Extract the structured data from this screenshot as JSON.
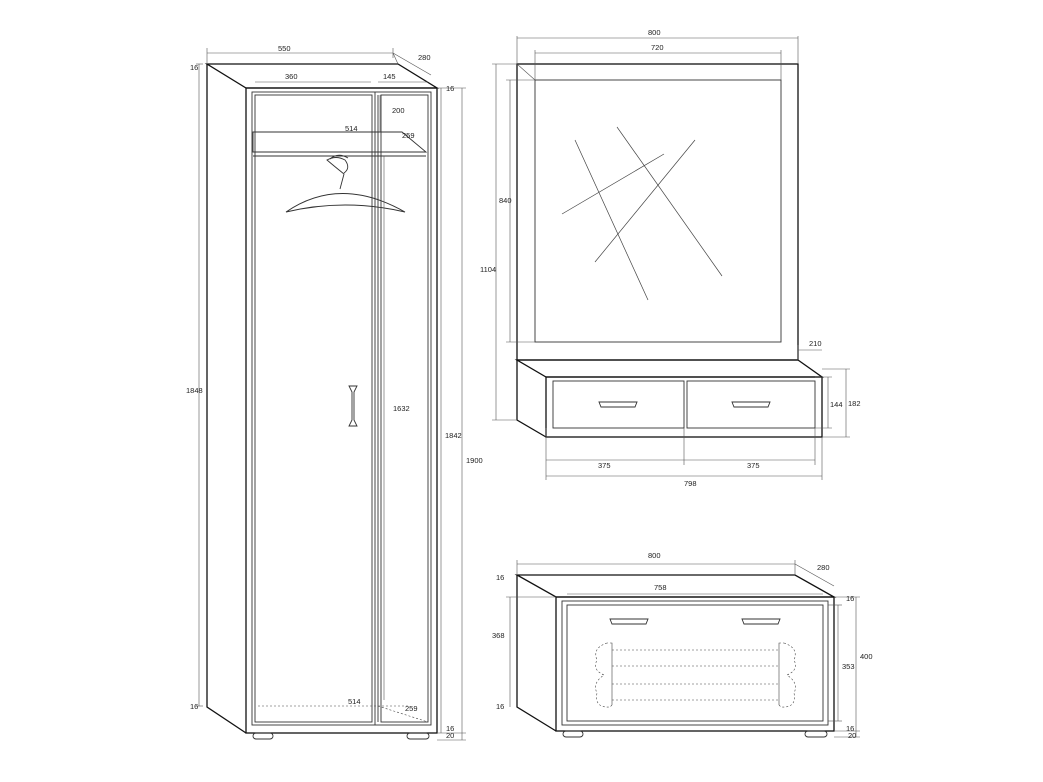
{
  "wardrobe": {
    "width": "550",
    "depth": "280",
    "top_thickness": "16",
    "bottom_thickness": "16",
    "hanging_width": "360",
    "side_width": "145",
    "upper_gap": "200",
    "shelf_width": "514",
    "shelf_depth": "259",
    "inner_height": "1632",
    "side_height": "1848",
    "door_height": "1842",
    "total_height": "1900",
    "right_top": "16",
    "right_bottom": "16",
    "plinth": "20",
    "bottom_shelf_width": "514",
    "bottom_shelf_depth": "259"
  },
  "mirror_unit": {
    "width": "800",
    "mirror_width": "720",
    "mirror_height": "840",
    "total_height": "1104",
    "shelf_depth": "210",
    "drawer_height": "144",
    "box_height": "182",
    "drawer_width_left": "375",
    "drawer_width_right": "375",
    "box_width": "798"
  },
  "shoe_cabinet": {
    "width": "800",
    "depth": "280",
    "top": "16",
    "bottom": "16",
    "side_height": "368",
    "door_width": "758",
    "right_top": "16",
    "door_height": "353",
    "total_height": "400",
    "right_bottom": "16",
    "plinth": "20"
  }
}
